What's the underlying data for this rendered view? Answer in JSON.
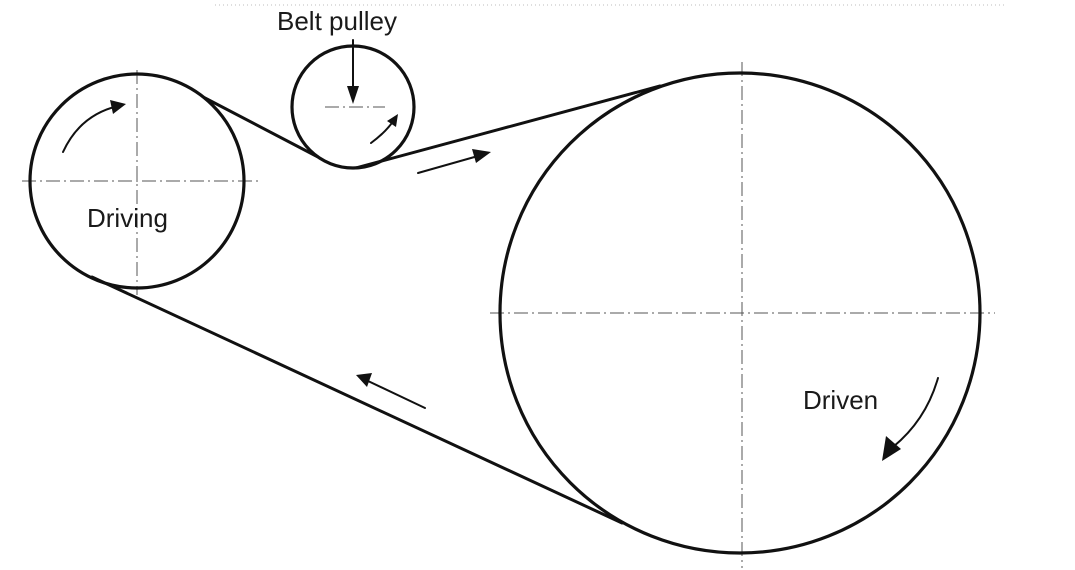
{
  "diagram": {
    "labels": {
      "belt_pulley": "Belt pulley",
      "driving": "Driving",
      "driven": "Driven"
    },
    "colors": {
      "line": "#111111",
      "centerline": "#555555",
      "background": "#ffffff"
    }
  }
}
